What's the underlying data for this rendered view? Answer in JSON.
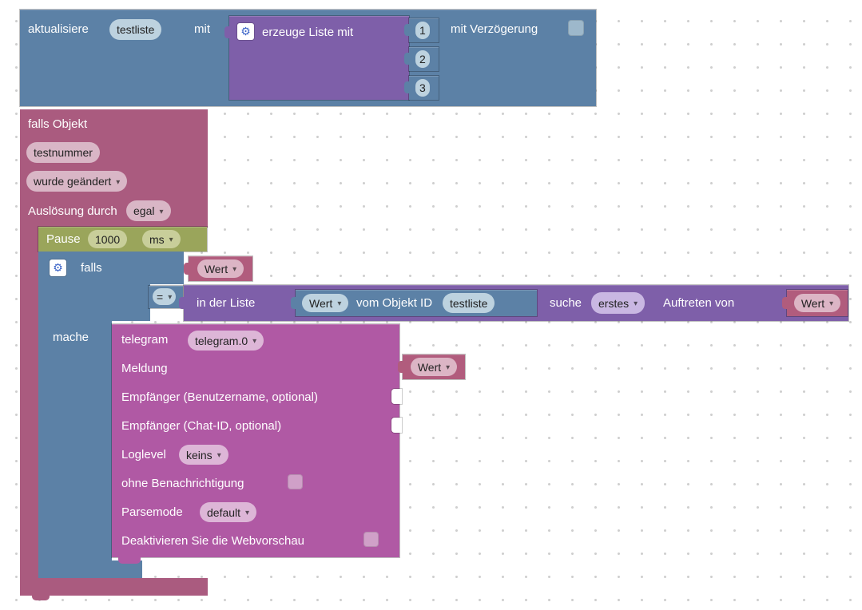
{
  "colors": {
    "system_blue": "#5c81a6",
    "list_purple": "#7e5fa9",
    "trigger_rose": "#aa5b7f",
    "timer_green": "#9aa55b",
    "sendto_magenta": "#b059a4",
    "value_pink": "#b15c7d"
  },
  "update_block": {
    "label_start": "aktualisiere",
    "object_field": "testliste",
    "label_with": "mit",
    "delay_label": "mit Verzögerung",
    "list_block": {
      "label": "erzeuge Liste mit",
      "items": [
        "1",
        "2",
        "3"
      ]
    }
  },
  "trigger_block": {
    "title": "falls Objekt",
    "object_field": "testnummer",
    "event_dropdown": "wurde geändert",
    "ack_label": "Auslösung durch",
    "ack_dropdown": "egal"
  },
  "pause_block": {
    "label": "Pause",
    "duration": "1000",
    "unit_dropdown": "ms"
  },
  "if_block": {
    "label_if": "falls",
    "label_do": "mache"
  },
  "compare_block": {
    "operator": "="
  },
  "value_blocks": {
    "left": "Wert",
    "find": "Wert",
    "message": "Wert"
  },
  "list_find_block": {
    "label_in_list": "in der Liste",
    "label_search": "suche",
    "occurrence_dropdown": "erstes",
    "label_occurrence": "Auftreten von"
  },
  "get_value_block": {
    "attr_dropdown": "Wert",
    "label_from": "vom Objekt ID",
    "object_field": "testliste"
  },
  "telegram_block": {
    "title": "telegram",
    "instance_dropdown": "telegram.0",
    "message_label": "Meldung",
    "recipient_user_label": "Empfänger (Benutzername, optional)",
    "recipient_chat_label": "Empfänger (Chat-ID, optional)",
    "loglevel_label": "Loglevel",
    "loglevel_dropdown": "keins",
    "silent_label": "ohne Benachrichtigung",
    "parsemode_label": "Parsemode",
    "parsemode_dropdown": "default",
    "webpreview_label": "Deaktivieren Sie die Webvorschau"
  }
}
